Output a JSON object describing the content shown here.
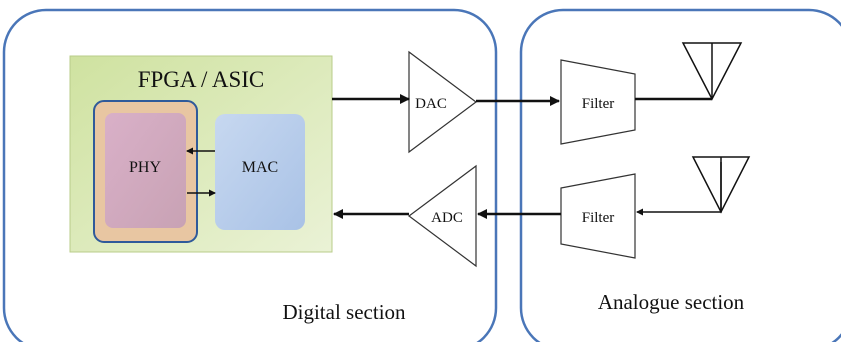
{
  "diagram": {
    "fpga_label": "FPGA / ASIC",
    "phy_label": "PHY",
    "mac_label": "MAC",
    "dac_label": "DAC",
    "adc_label": "ADC",
    "filter_tx_label": "Filter",
    "filter_rx_label": "Filter",
    "digital_section_label": "Digital section",
    "analogue_section_label": "Analogue section"
  },
  "colors": {
    "section_border": "#4a76b8",
    "fpga_fill": "#cfe0a6",
    "phy_outer_fill": "#e8c6a2",
    "phy_inner_fill": "#d7a9c0",
    "mac_fill": "#bcd0ee",
    "line": "#111111"
  }
}
